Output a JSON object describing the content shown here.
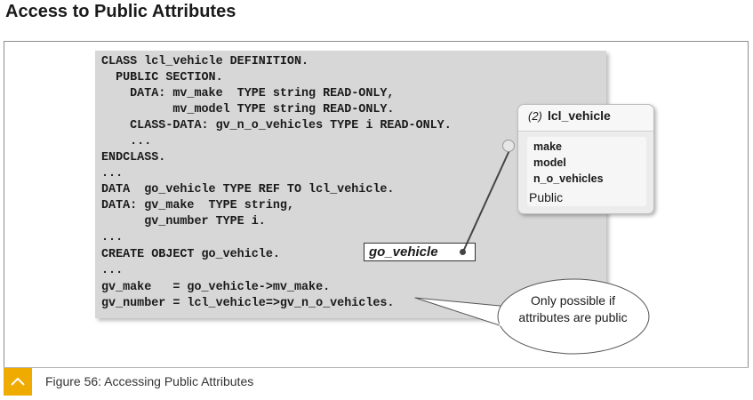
{
  "title": "Access to Public Attributes",
  "code_lines": [
    "CLASS lcl_vehicle DEFINITION.",
    "  PUBLIC SECTION.",
    "    DATA: mv_make  TYPE string READ-ONLY,",
    "          mv_model TYPE string READ-ONLY.",
    "    CLASS-DATA: gv_n_o_vehicles TYPE i READ-ONLY.",
    "    ...",
    "ENDCLASS.",
    "...",
    "DATA  go_vehicle TYPE REF TO lcl_vehicle.",
    "DATA: gv_make  TYPE string,",
    "      gv_number TYPE i.",
    "...",
    "CREATE OBJECT go_vehicle.",
    "...",
    "gv_make   = go_vehicle->mv_make.",
    "gv_number = lcl_vehicle=>gv_n_o_vehicles."
  ],
  "reference_variable": "go_vehicle",
  "object": {
    "index": "(2)",
    "class_name": "lcl_vehicle",
    "attributes": [
      "make",
      "model",
      "n_o_vehicles"
    ],
    "visibility": "Public"
  },
  "callout": "Only possible if attributes are public",
  "caption": {
    "text": "Figure 56: Accessing Public Attributes",
    "toggle_icon": "chevron-up-icon",
    "accent_color": "#f0ab00"
  }
}
